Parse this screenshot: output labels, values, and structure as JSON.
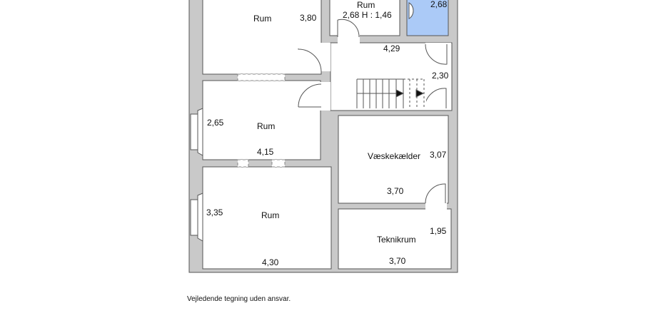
{
  "rooms": {
    "top_left": {
      "name": "Rum",
      "dim": "3,80"
    },
    "top_small": {
      "name": "Rum",
      "dim": "2,68 H : 1,46"
    },
    "bathroom": {
      "dim": "2,68",
      "color": "#abcaf7"
    },
    "hall": {
      "dim_width": "4,29",
      "dim_height": "2,30"
    },
    "middle_left": {
      "name": "Rum",
      "dim_height": "2,65",
      "dim_width": "4,15"
    },
    "bottom_left": {
      "name": "Rum",
      "dim_height": "3,35",
      "dim_width": "4,30"
    },
    "liquid_cellar": {
      "name": "Væskekælder",
      "dim_height": "3,07",
      "dim_width": "3,70"
    },
    "tech_room": {
      "name": "Teknikrum",
      "dim_height": "1,95",
      "dim_width": "3,70"
    }
  },
  "disclaimer": "Vejledende tegning uden ansvar."
}
